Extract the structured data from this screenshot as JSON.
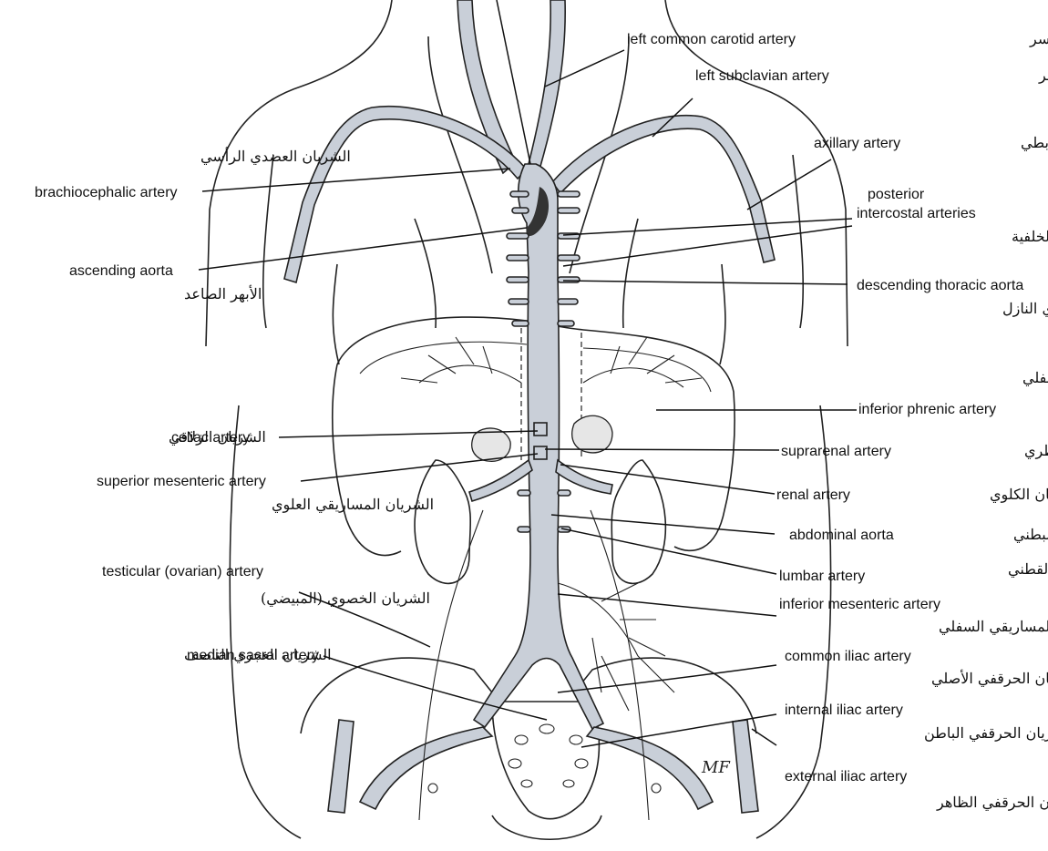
{
  "labels": {
    "left_common_carotid_en": "left common carotid artery",
    "left_common_carotid_ar": "الشريان السباتي الأصلي الأيسر",
    "left_subclavian_en": "left subclavian artery",
    "left_subclavian_ar": "الشريان تحت الترقوة الأيسر",
    "axillary_en": "axillary artery",
    "axillary_ar": "الشريان الإبطي",
    "brachiocephalic_en": "brachiocephalic artery",
    "brachiocephalic_ar": "الشريان العضدي الرأسي",
    "posterior_intercostal_en_1": "posterior",
    "posterior_intercostal_en_2": "intercostal arteries",
    "posterior_intercostal_ar": "الشرايين الوربية الخلفية",
    "ascending_aorta_en": "ascending aorta",
    "ascending_aorta_ar": "الأبهر الصاعد",
    "descending_thoracic_en": "descending thoracic aorta",
    "descending_thoracic_ar": "الأبهر الصدري النازل",
    "inferior_phrenic_ar": "الشريان الحجابي السفلي",
    "inferior_phrenic_en": "inferior  phrenic artery",
    "celiac_en": "celiac artery",
    "celiac_ar": "الشريان الزلاقي",
    "suprarenal_en": "suprarenal artery",
    "suprarenal_ar": "الشريان الكظري",
    "superior_mesenteric_en": "superior mesenteric artery",
    "superior_mesenteric_ar": "الشريان المساريقي العلوي",
    "renal_en": "renal artery",
    "renal_ar": "الشريان الكلوي",
    "abdominal_aorta_en": "abdominal aorta",
    "abdominal_aorta_ar": "الأبهر البطني",
    "lumbar_en": "lumbar artery",
    "lumbar_ar": "الشريان القطني",
    "testicular_en": "testicular  (ovarian) artery",
    "testicular_ar": "الشريان الخصوي (المبيضي)",
    "inferior_mesenteric_en": "inferior mesenteric artery",
    "inferior_mesenteric_ar": "الشريان المساريقي السفلي",
    "median_sacral_en": "median sacral artery",
    "median_sacral_ar": "الشريان العجزي الناصف",
    "common_iliac_en": "common iliac artery",
    "common_iliac_ar": "الشريان الحرقفي الأصلي",
    "internal_iliac_en": "internal iliac artery",
    "internal_iliac_ar": "الشريان الحرقفي الباطن",
    "external_iliac_en": "external iliac artery",
    "external_iliac_ar": "الشريان الحرقفي الظاهر",
    "signature": "MF"
  },
  "colors": {
    "artery_fill": "#c9cfd8",
    "ink": "#222222"
  }
}
